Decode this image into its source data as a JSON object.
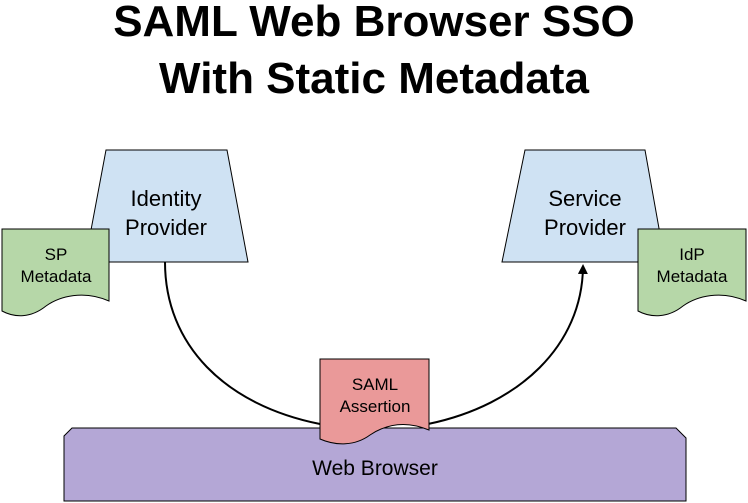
{
  "title": {
    "line1": "SAML Web Browser SSO",
    "line2": "With Static Metadata"
  },
  "nodes": {
    "identity_provider": {
      "line1": "Identity",
      "line2": "Provider",
      "fill": "#cfe2f3"
    },
    "service_provider": {
      "line1": "Service",
      "line2": "Provider",
      "fill": "#cfe2f3"
    },
    "sp_metadata": {
      "line1": "SP",
      "line2": "Metadata",
      "fill": "#b6d7a8"
    },
    "idp_metadata": {
      "line1": "IdP",
      "line2": "Metadata",
      "fill": "#b6d7a8"
    },
    "saml_assertion": {
      "line1": "SAML",
      "line2": "Assertion",
      "fill": "#ea9999"
    },
    "web_browser": {
      "label": "Web Browser",
      "fill": "#b4a7d6"
    }
  },
  "colors": {
    "stroke": "#000000",
    "background": "#ffffff"
  }
}
